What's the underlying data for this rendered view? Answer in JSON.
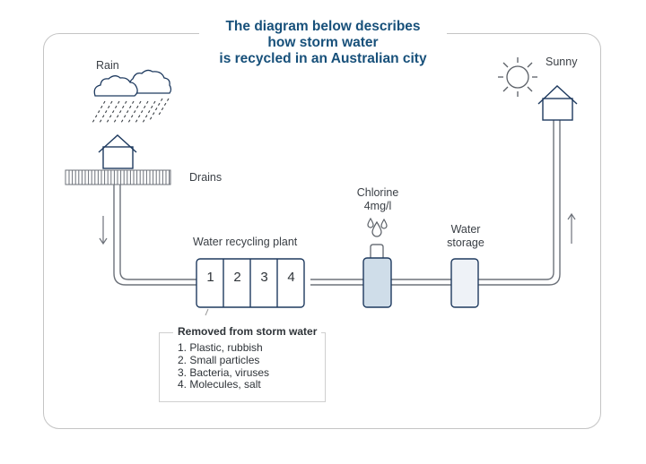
{
  "title": {
    "lines": [
      "The diagram below describes",
      "how storm water",
      "is recycled in an Australian city"
    ],
    "color": "#17507a"
  },
  "labels": {
    "rain": "Rain",
    "sunny": "Sunny",
    "drains": "Drains",
    "plant": "Water recycling plant",
    "chlorine": "Chlorine",
    "chlorine_dose": "4mg/l",
    "storage_line1": "Water",
    "storage_line2": "storage"
  },
  "icons": [
    "cloud-icon",
    "rain-icon",
    "house-icon",
    "drain-grate-icon",
    "sun-icon",
    "water-drops-icon",
    "arrow-down-icon",
    "arrow-up-icon"
  ],
  "plant_stages": [
    "1",
    "2",
    "3",
    "4"
  ],
  "legend": {
    "title": "Removed from storm water",
    "items": [
      "1. Plastic, rubbish",
      "2. Small particles",
      "3. Bacteria, viruses",
      "4. Molecules, salt"
    ]
  },
  "colors": {
    "line": "#1e3a5f",
    "pipe": "#6d727a",
    "chlorine_fill": "#cfdde9",
    "storage_fill": "#eef2f7"
  }
}
